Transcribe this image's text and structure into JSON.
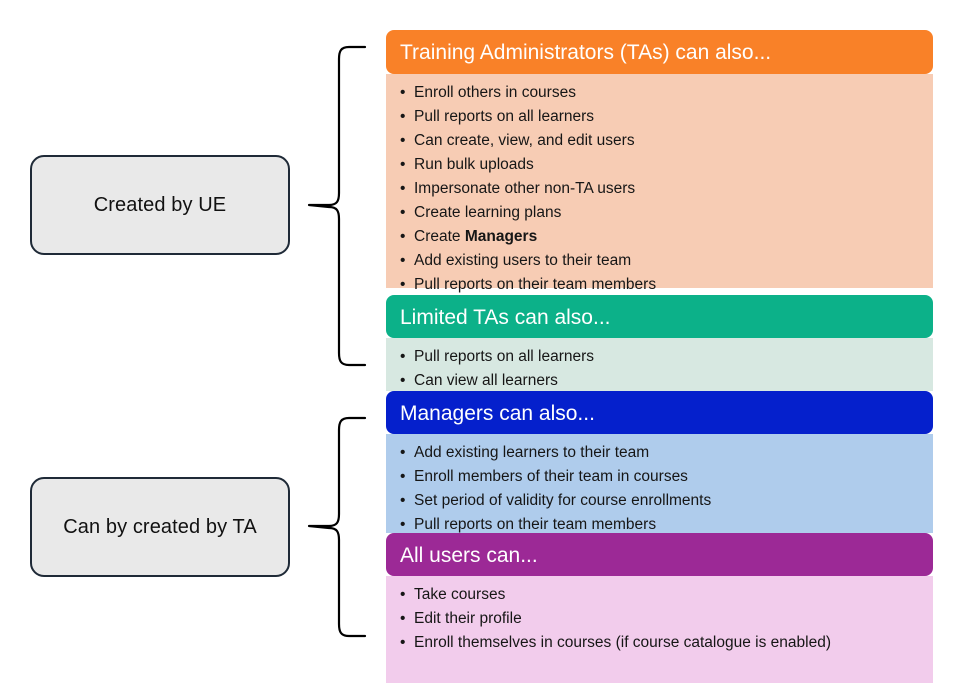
{
  "diagram": {
    "title": "User roles and permissions hierarchy",
    "left_nodes": [
      {
        "id": "created-by-ue",
        "label": "Created by UE"
      },
      {
        "id": "can-by-created-by-ta",
        "label": "Can by created by TA"
      }
    ],
    "connectors": [
      {
        "id": "brace-top",
        "type": "curly-brace",
        "groups": [
          "ta-card",
          "limited-ta-card"
        ]
      },
      {
        "id": "brace-bottom",
        "type": "curly-brace",
        "groups": [
          "managers-card",
          "all-users-card"
        ]
      }
    ],
    "cards": [
      {
        "id": "ta-card",
        "title": "Training Administrators (TAs) can also...",
        "header_color": "#F98128",
        "body_color": "#F7CCB4",
        "title_color": "#FFFFFF",
        "bullet_marker": "•",
        "items": [
          {
            "text": "Enroll others in courses"
          },
          {
            "text": "Pull reports on all learners"
          },
          {
            "text": "Can create, view, and edit users"
          },
          {
            "text": "Run bulk uploads"
          },
          {
            "text": "Impersonate other non-TA users"
          },
          {
            "text": "Create learning plans"
          },
          {
            "text": "Create ",
            "bold": "Managers"
          },
          {
            "text": "Add existing users to their team"
          },
          {
            "text": "Pull reports on their team members"
          }
        ]
      },
      {
        "id": "limited-ta-card",
        "title": "Limited TAs can also...",
        "header_color": "#0CB189",
        "body_color": "#D7E8E1",
        "title_color": "#FFFFFF",
        "bullet_marker": "•",
        "items": [
          {
            "text": "Pull reports on all learners"
          },
          {
            "text": "Can view all learners"
          }
        ]
      },
      {
        "id": "managers-card",
        "title": "Managers can also...",
        "header_color": "#0520CC",
        "body_color": "#AFCCEC",
        "title_color": "#FFFFFF",
        "bullet_marker": "•",
        "items": [
          {
            "text": "Add existing learners to their team"
          },
          {
            "text": "Enroll members of their team in courses"
          },
          {
            "text": "Set period of validity for course enrollments"
          },
          {
            "text": "Pull reports on their team members"
          }
        ]
      },
      {
        "id": "all-users-card",
        "title": "All users can...",
        "header_color": "#9C2996",
        "body_color": "#F2CCEC",
        "title_color": "#FFFFFF",
        "bullet_marker": "•",
        "items": [
          {
            "text": "Take courses"
          },
          {
            "text": "Edit their profile"
          },
          {
            "text": "Enroll themselves in courses (if course catalogue is enabled)"
          }
        ]
      }
    ]
  }
}
